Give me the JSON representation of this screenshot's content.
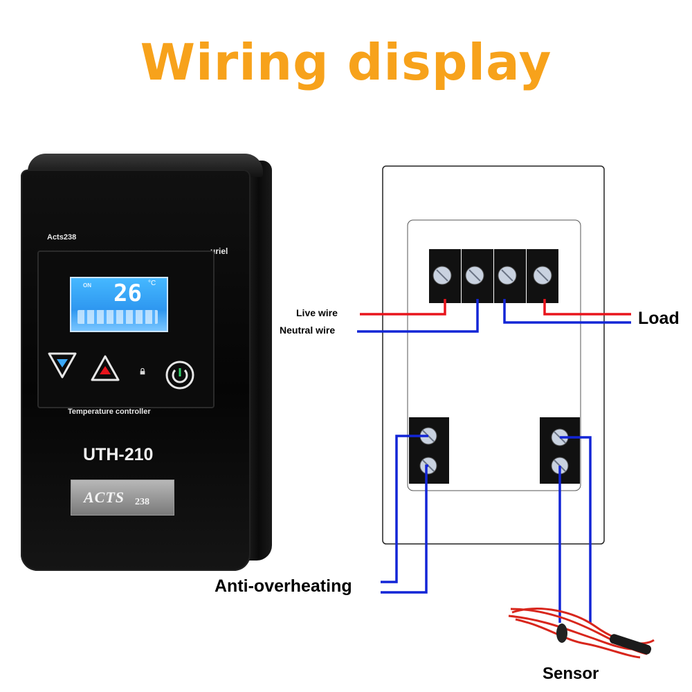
{
  "title": "Wiring display",
  "device": {
    "brand_left": "Acts238",
    "brand_right": "uriel",
    "lcd_indicator": "ON",
    "lcd_temperature": "26",
    "lcd_unit": "°C",
    "panel_label": "Temperature controller",
    "model": "UTH-210",
    "logo_text": "ACTS",
    "logo_number": "238"
  },
  "wiring": {
    "live_wire_label": "Live wire",
    "neutral_wire_label": "Neutral wire",
    "load_label": "Load",
    "anti_overheating_label": "Anti-overheating",
    "sensor_label": "Sensor",
    "colors": {
      "live": "#e8141c",
      "neutral": "#1225d6",
      "terminal": "#111111",
      "screw": "#c9d2e0"
    }
  },
  "colors": {
    "title": "#f7a21b",
    "lcd": "#3aa8f8"
  }
}
